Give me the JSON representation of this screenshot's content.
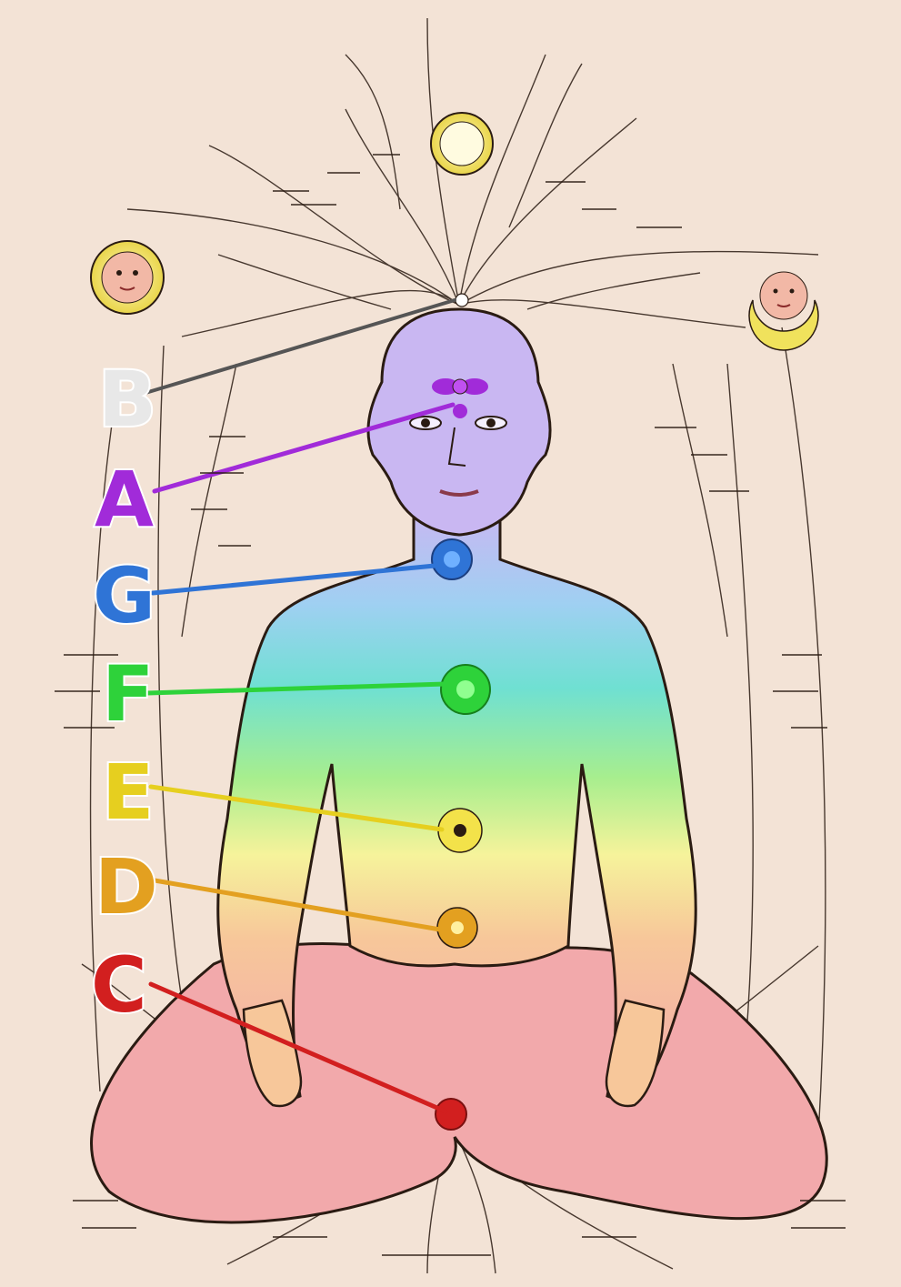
{
  "labels": [
    {
      "key": "B",
      "text": "B",
      "color": "#e8e8e8"
    },
    {
      "key": "A",
      "text": "A",
      "color": "#a12bd9"
    },
    {
      "key": "G",
      "text": "G",
      "color": "#2f74d6"
    },
    {
      "key": "F",
      "text": "F",
      "color": "#2ed23a"
    },
    {
      "key": "E",
      "text": "E",
      "color": "#e6cf1f"
    },
    {
      "key": "D",
      "text": "D",
      "color": "#e3a020"
    },
    {
      "key": "C",
      "text": "C",
      "color": "#d21f1f"
    }
  ],
  "colors": {
    "background": "#f3e3d6",
    "ink": "#2a1b12",
    "body_top": "#c9b7f2",
    "body_blue": "#9fd0f2",
    "body_cyan": "#6fe0d2",
    "body_green": "#a7ee8e",
    "body_yellow": "#f6f39b",
    "body_orange": "#f7c79a",
    "body_pink": "#f2a9ab"
  },
  "icons": {
    "crown": "sun-disc-icon",
    "sun": "sun-face-icon",
    "moon": "moon-face-icon"
  }
}
